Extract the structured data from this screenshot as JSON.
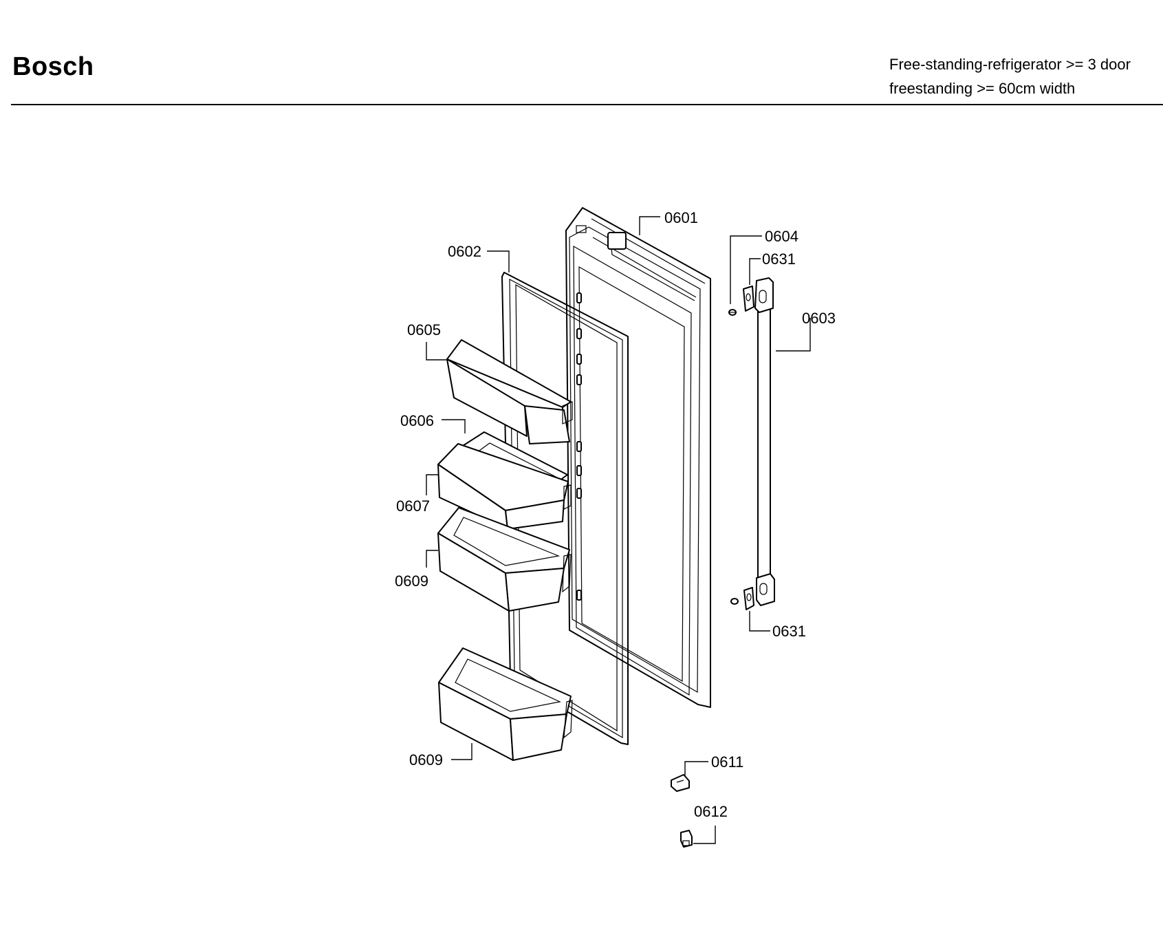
{
  "header": {
    "brand": "Bosch",
    "description_line1": "Free-standing-refrigerator >= 3 door",
    "description_line2": "freestanding >= 60cm width"
  },
  "callouts": {
    "c0601": "0601",
    "c0602": "0602",
    "c0603": "0603",
    "c0604": "0604",
    "c0631_top": "0631",
    "c0631_bottom": "0631",
    "c0605": "0605",
    "c0606": "0606",
    "c0607": "0607",
    "c0609_upper": "0609",
    "c0609_lower": "0609",
    "c0611": "0611",
    "c0612": "0612"
  }
}
